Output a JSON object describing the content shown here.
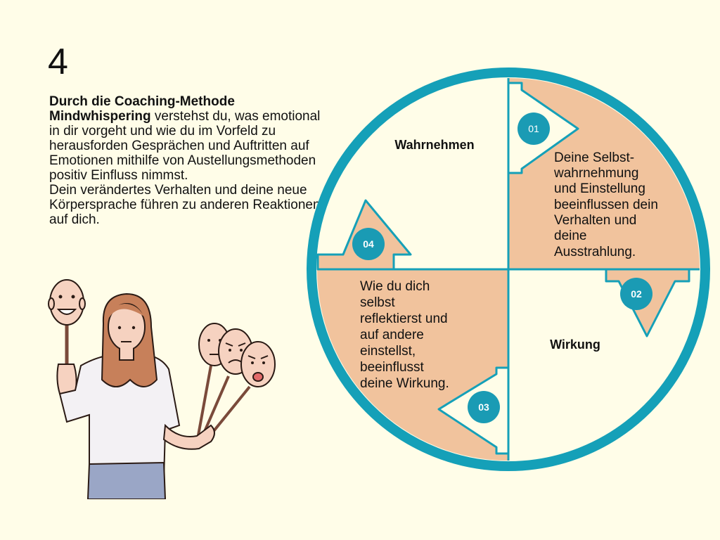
{
  "slide": {
    "number": "4"
  },
  "intro": {
    "bold": "Durch die Coaching-Methode Mindwhispering",
    "rest": " verstehst du, was emotional in dir vorgeht und wie du im Vorfeld zu herausforden Gesprächen und Auftritten auf Emotionen mithilfe von Austellungsmethoden positiv Einfluss nimmst.",
    "second": "Dein verändertes Verhalten und deine neue Körpersprache führen zu anderen Reaktionen auf dich."
  },
  "cycle": {
    "quadrant_labels": {
      "perceive": "Wahrnehmen",
      "effect": "Wirkung"
    },
    "steps": [
      {
        "number": "01",
        "lines": [
          "Deine Selbst-",
          "wahrnehmung",
          "und Einstellung",
          "beeinflussen dein",
          "Verhalten und",
          "deine",
          "Ausstrahlung."
        ]
      },
      {
        "number": "02",
        "lines": []
      },
      {
        "number": "03",
        "lines": [
          "Wie du dich",
          "selbst",
          "reflektierst und",
          "auf andere",
          "einstellst,",
          "beeinflusst",
          "deine Wirkung."
        ]
      },
      {
        "number": "04",
        "lines": []
      }
    ]
  },
  "colors": {
    "ring": "#15a0b8",
    "fill": "#f1c39d",
    "badge": "#1a9bb4",
    "background": "#fffde8"
  }
}
